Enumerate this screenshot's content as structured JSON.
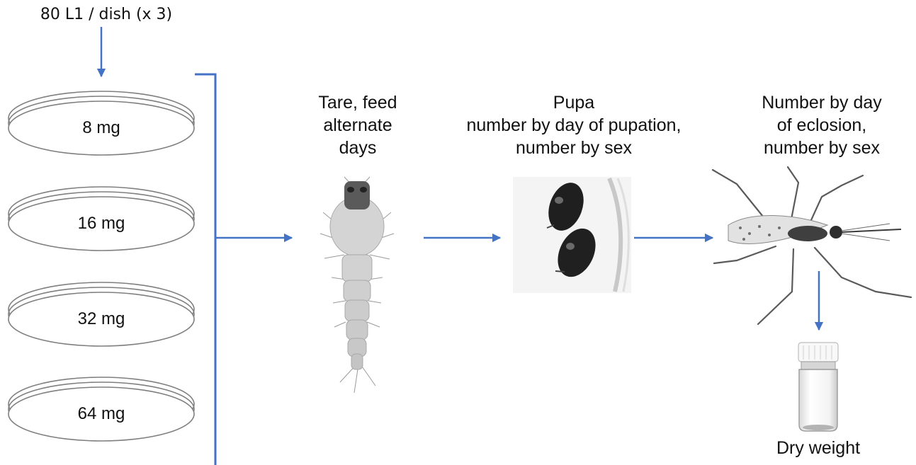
{
  "input_label": "80 L1 / dish (x 3)",
  "dishes": [
    {
      "label": "8 mg"
    },
    {
      "label": "16 mg"
    },
    {
      "label": "32 mg"
    },
    {
      "label": "64 mg"
    }
  ],
  "stages": [
    {
      "lines": [
        "Tare, feed",
        "alternate",
        "days"
      ],
      "icon": "larva-photo"
    },
    {
      "lines": [
        "Pupa",
        "number by day of pupation,",
        "number by sex"
      ],
      "icon": "pupae-photo"
    },
    {
      "lines": [
        "Number by day",
        "of eclosion,",
        "number by sex"
      ],
      "icon": "mosquito-photo"
    }
  ],
  "final": {
    "label": "Dry weight",
    "icon": "vial-photo"
  },
  "colors": {
    "arrow": "#4472c4",
    "dish_stroke": "#7f7f7f",
    "text": "#111111"
  }
}
